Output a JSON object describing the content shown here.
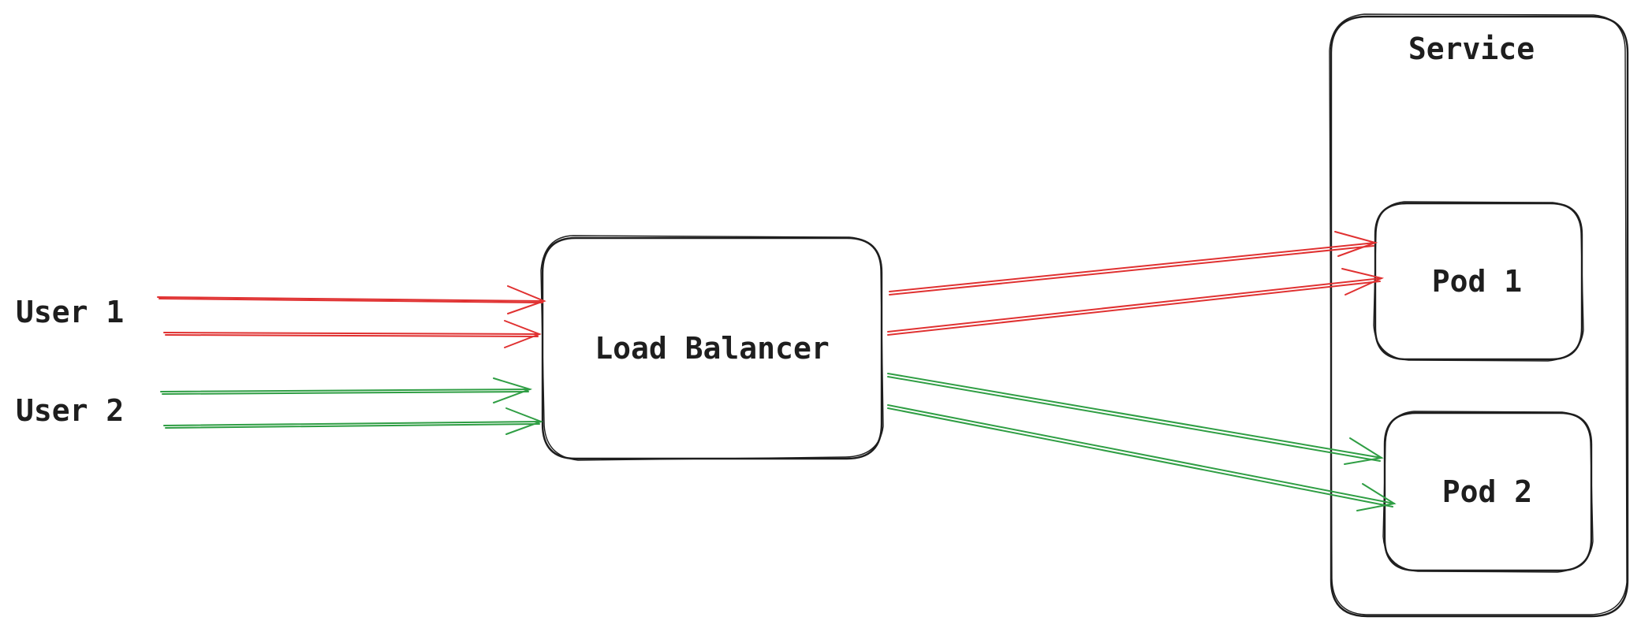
{
  "diagram": {
    "title": "",
    "colors": {
      "ink": "#1e1e1e",
      "user1": "#e03131",
      "user2": "#2f9e44",
      "background": "#ffffff"
    },
    "users": [
      {
        "id": "user1",
        "label": "User 1",
        "color": "#e03131"
      },
      {
        "id": "user2",
        "label": "User 2",
        "color": "#2f9e44"
      }
    ],
    "nodes": {
      "load_balancer": {
        "label": "Load Balancer"
      },
      "service": {
        "label": "Service"
      },
      "pod1": {
        "label": "Pod 1"
      },
      "pod2": {
        "label": "Pod 2"
      }
    },
    "edges": [
      {
        "from": "user1",
        "to": "load_balancer"
      },
      {
        "from": "user1",
        "to": "load_balancer"
      },
      {
        "from": "user2",
        "to": "load_balancer"
      },
      {
        "from": "user2",
        "to": "load_balancer"
      },
      {
        "from": "load_balancer",
        "to": "pod1",
        "user": "user1"
      },
      {
        "from": "load_balancer",
        "to": "pod1",
        "user": "user1"
      },
      {
        "from": "load_balancer",
        "to": "pod2",
        "user": "user2"
      },
      {
        "from": "load_balancer",
        "to": "pod2",
        "user": "user2"
      }
    ]
  }
}
